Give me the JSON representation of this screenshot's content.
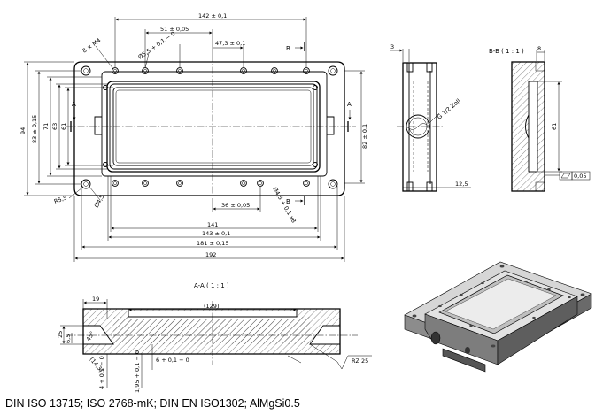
{
  "views": {
    "front": {
      "dims": {
        "top_overall": "142 ± 0,1",
        "top_a": "51 ± 0,05",
        "hole_dia": "Ø5,5 + 0,1 − 0",
        "hole_dia_tol": "0,1",
        "hole_depth": "x8",
        "top_b": "47,3 ± 0,1",
        "thread": "8 × M4",
        "left_94": "94",
        "left_83": "83 ± 0,15",
        "left_71": "71",
        "left_63": "63",
        "left_61": "61",
        "right_82": "82 ± 0,1",
        "radius": "R5,5",
        "small_dia": "Ø4,5",
        "dia_right": "Ø4,5 + 0,1 x8",
        "mid_36": "36 ± 0,05",
        "bot_141": "141",
        "bot_143": "143 ± 0,1",
        "bot_181": "181 ± 0,15",
        "bot_192": "192",
        "sec_a": "A",
        "sec_b": "B"
      }
    },
    "side": {
      "dim_3": "3",
      "dim_12_5": "12,5",
      "thread_label": "G 1/2 Zoll"
    },
    "section_bb": {
      "title": "B-B ( 1 : 1 )",
      "dim_8": "8",
      "dim_61": "61",
      "flatness": "0,05"
    },
    "section_aa": {
      "title": "A-A ( 1 : 1 )",
      "dim_19": "19",
      "dim_129": "(129)",
      "dim_25": "25",
      "dim_6_5": "6,5",
      "angle": "45°",
      "dim_14_3": "(14,3)",
      "dim_4": "4 + 0,1 − 0",
      "dim_1_95": "1,95 + 0,1 − 0",
      "dim_6": "6 + 0,1 − 0",
      "roughness": "RZ 25"
    }
  },
  "footer": {
    "standards": "DIN ISO 13715; ISO 2768-mK; DIN EN ISO1302; AlMgSi0.5"
  }
}
